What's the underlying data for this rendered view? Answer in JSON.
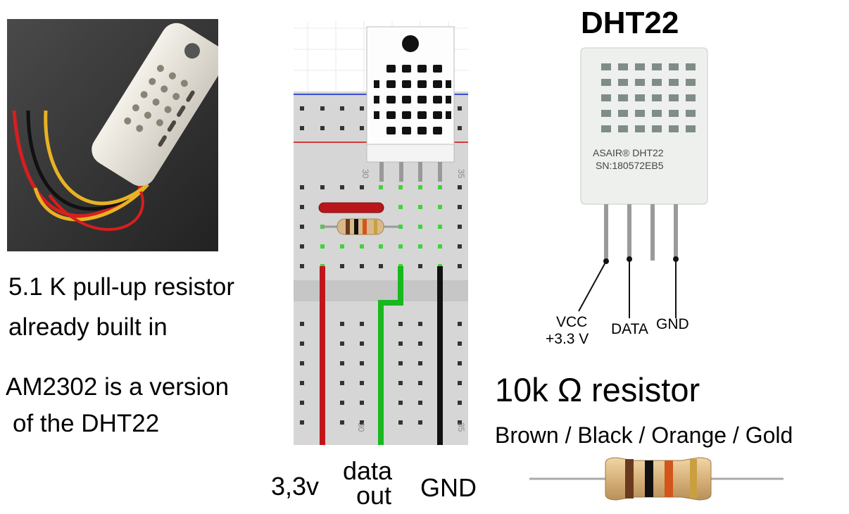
{
  "left_notes": {
    "pullup_line1": "5.1 K pull-up resistor",
    "pullup_line2": "already built in",
    "am2302_line1": "AM2302 is a version",
    "am2302_line2": "of the DHT22"
  },
  "breadboard": {
    "col_label_top_a": "30",
    "col_label_top_b": "35",
    "col_label_bot_a": "30",
    "col_label_bot_b": "35",
    "wire_labels": {
      "power": "3,3v",
      "data_line1": "data",
      "data_line2": "out",
      "ground": "GND"
    }
  },
  "sensor_diagram": {
    "title": "DHT22",
    "print_brand": "ASAIR®  DHT22",
    "print_serial": "SN:180572EB5",
    "pin_vcc_line1": "VCC",
    "pin_vcc_line2": "+3.3 V",
    "pin_data": "DATA",
    "pin_gnd": "GND"
  },
  "resistor_info": {
    "value": "10k Ω resistor",
    "bands_text": "Brown / Black / Orange / Gold",
    "band_colors": [
      "#6b3a1e",
      "#111111",
      "#d2551c",
      "#c9a040"
    ]
  },
  "colors": {
    "wire_power": "#c0161b",
    "wire_data": "#18b81e",
    "wire_ground": "#111111",
    "active_hole": "#3fd43a",
    "rail_red": "#d23b3b",
    "rail_blue": "#3b4fd2",
    "breadboard": "#d9d9d9"
  }
}
